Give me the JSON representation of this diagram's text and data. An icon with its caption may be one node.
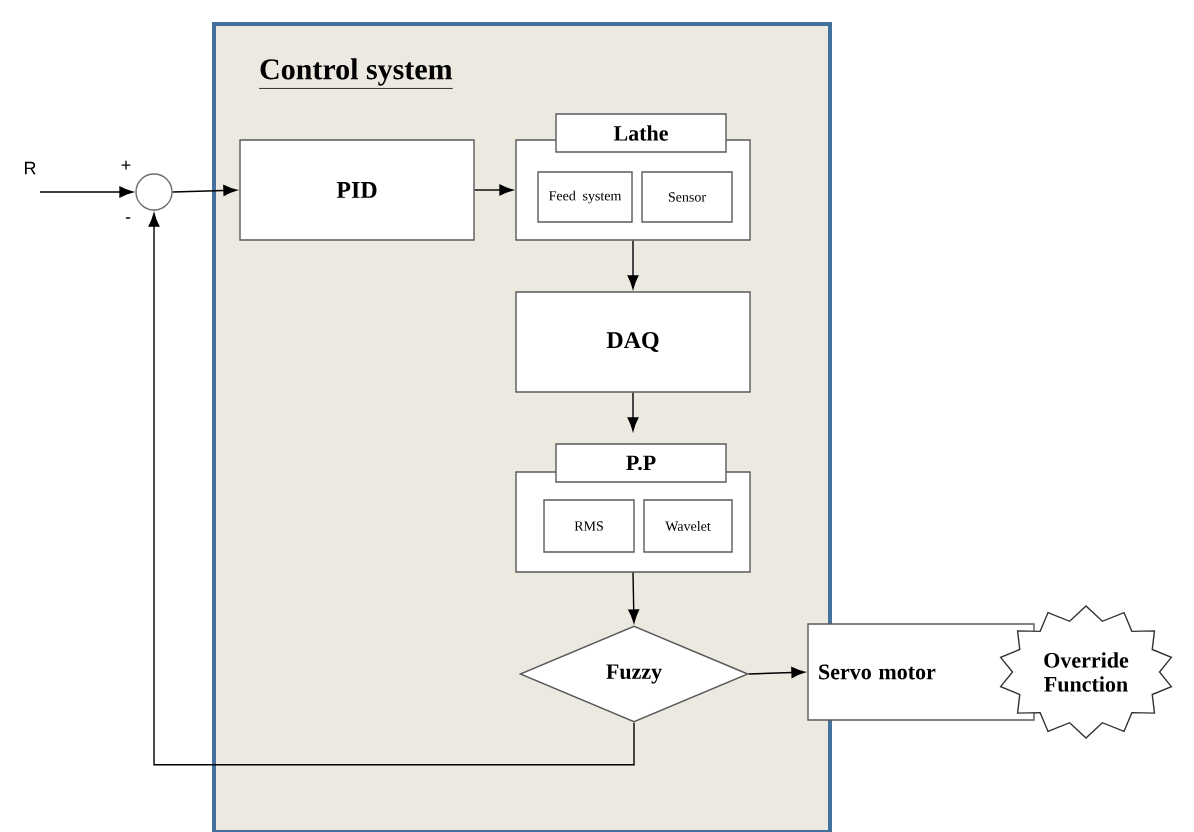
{
  "diagram": {
    "nodes": [
      {
        "text": [
          "Control system"
        ]
      },
      {
        "text": [],
        "shape": "circle"
      },
      {
        "text": [
          "PID"
        ],
        "in": 0
      },
      {
        "text": [
          "Lathe"
        ],
        "in": 0
      },
      {
        "text": [
          "Feed system"
        ],
        "in": 3
      },
      {
        "text": [
          "Sensor"
        ],
        "in": 3
      },
      {
        "text": [
          "DAQ"
        ],
        "in": 0
      },
      {
        "text": [
          "P.P"
        ],
        "in": 0
      },
      {
        "text": [
          "RMS"
        ],
        "in": 7
      },
      {
        "text": [
          "Wavelet"
        ],
        "in": 7
      },
      {
        "text": [
          "Fuzzy"
        ],
        "in": 0
      },
      {
        "text": [
          "Servo motor"
        ]
      },
      {
        "text": [
          "Override Function"
        ]
      }
    ],
    "edges": [
      {
        "from": null,
        "to": 1,
        "arrow": "to"
      },
      {
        "from": 1,
        "to": 2,
        "arrow": "to"
      },
      {
        "from": 2,
        "to": 3,
        "arrow": "to"
      },
      {
        "from": 3,
        "to": 6,
        "arrow": "to"
      },
      {
        "from": 6,
        "to": 7,
        "arrow": "to"
      },
      {
        "from": 7,
        "to": 10,
        "arrow": "to"
      },
      {
        "from": 10,
        "to": 11,
        "arrow": "to"
      },
      {
        "from": 10,
        "to": 1,
        "arrow": "to"
      }
    ],
    "labels": [
      "R",
      "+",
      "-"
    ]
  }
}
